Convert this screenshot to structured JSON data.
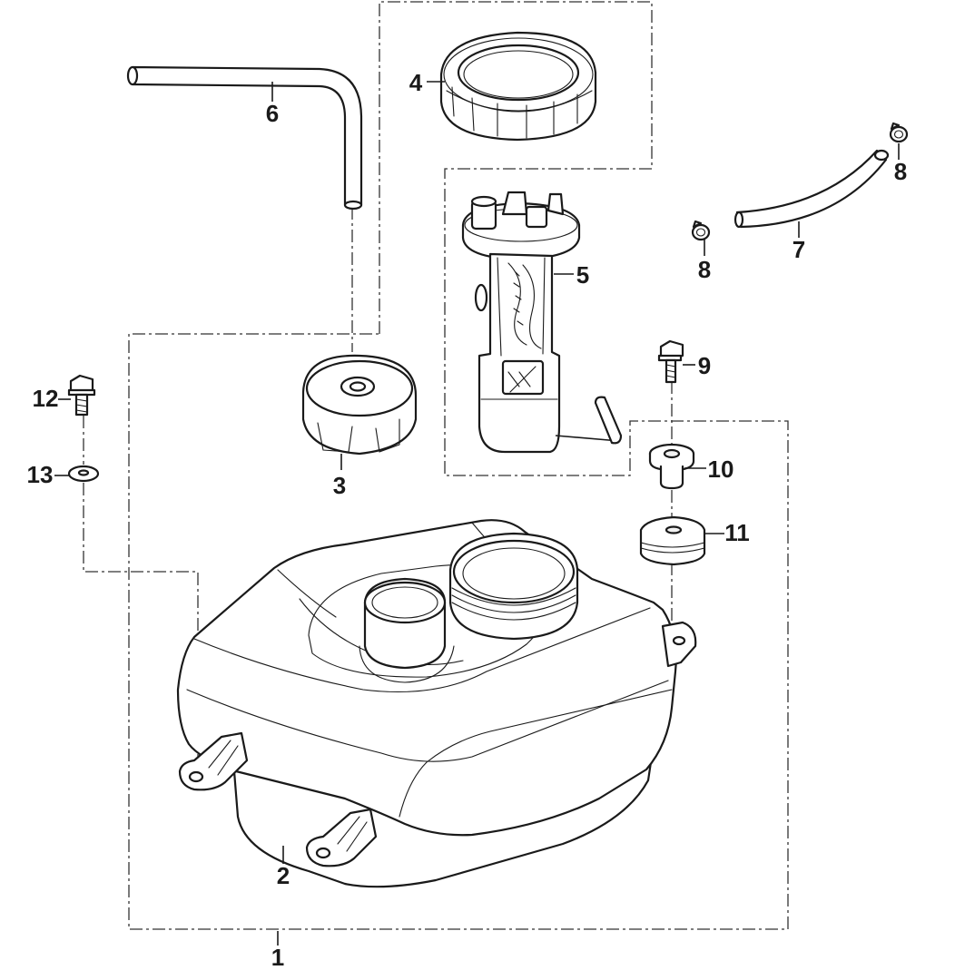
{
  "callouts": {
    "p1": "1",
    "p2": "2",
    "p3": "3",
    "p4": "4",
    "p5": "5",
    "p6": "6",
    "p7": "7",
    "p8a": "8",
    "p8b": "8",
    "p9": "9",
    "p10": "10",
    "p11": "11",
    "p12": "12",
    "p13": "13"
  }
}
